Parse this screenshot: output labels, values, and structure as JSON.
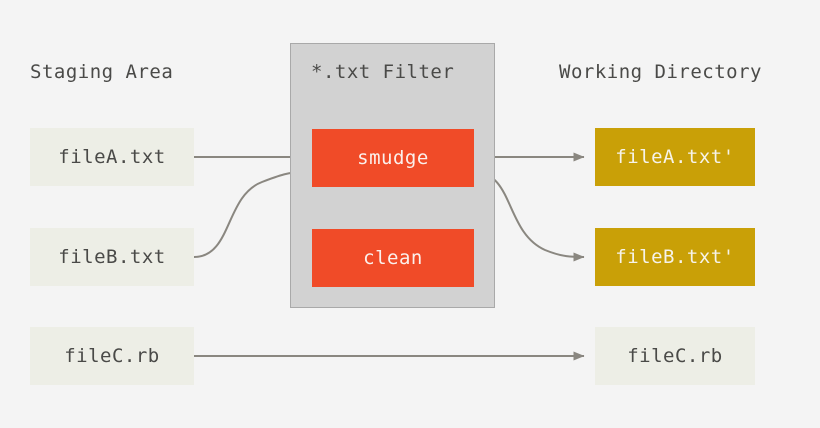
{
  "diagram": {
    "title": "Git *.txt filter: smudge and clean between staging area and working directory",
    "background_color": "#f4f4f4",
    "line_color": "#8a8780",
    "columns": [
      {
        "id": "staging",
        "label": "Staging Area"
      },
      {
        "id": "filter",
        "label": "*.txt Filter"
      },
      {
        "id": "working",
        "label": "Working Directory"
      }
    ],
    "filter_container": {
      "fill_color": "#d2d2d2",
      "border_color": "#a9a9a9"
    },
    "nodes": {
      "staging": [
        {
          "id": "fileA",
          "label": "fileA.txt",
          "color": "#edeee6"
        },
        {
          "id": "fileB",
          "label": "fileB.txt",
          "color": "#edeee6"
        },
        {
          "id": "fileC",
          "label": "fileC.rb",
          "color": "#edeee6"
        }
      ],
      "filters": [
        {
          "id": "smudge",
          "label": "smudge",
          "color": "#f04b28"
        },
        {
          "id": "clean",
          "label": "clean",
          "color": "#f04b28"
        }
      ],
      "working": [
        {
          "id": "fileAout",
          "label": "fileA.txt'",
          "color": "#c9a007"
        },
        {
          "id": "fileBout",
          "label": "fileB.txt'",
          "color": "#c9a007"
        },
        {
          "id": "fileCout",
          "label": "fileC.rb",
          "color": "#edeee6"
        }
      ]
    },
    "edges": [
      {
        "id": "edge-filea-smudge",
        "from": "fileA",
        "to": "smudge",
        "style": "straight"
      },
      {
        "id": "edge-fileb-smudge",
        "from": "fileB",
        "to": "smudge",
        "style": "curved"
      },
      {
        "id": "edge-smudge-fileao",
        "from": "smudge",
        "to": "fileAout",
        "style": "straight"
      },
      {
        "id": "edge-smudge-filebo",
        "from": "smudge",
        "to": "fileBout",
        "style": "curved"
      },
      {
        "id": "edge-filec-fileco",
        "from": "fileC",
        "to": "fileCout",
        "style": "straight"
      }
    ]
  }
}
